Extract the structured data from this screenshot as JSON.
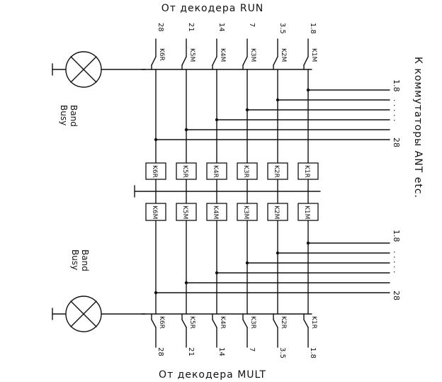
{
  "top_title": "От декодера RUN",
  "bottom_title": "От декодера MULT",
  "right_title": "К коммутаторы ANT etc.",
  "lamp_top_label_line1": "Band",
  "lamp_top_label_line2": "Busy",
  "lamp_bottom_label_line1": "Band",
  "lamp_bottom_label_line2": "Busy",
  "columns": [
    {
      "band": "28",
      "contact_top": "K6R",
      "relay_upper": "K6R",
      "relay_lower": "K6M",
      "contact_bottom": "K6R"
    },
    {
      "band": "21",
      "contact_top": "K5M",
      "relay_upper": "K5R",
      "relay_lower": "K5M",
      "contact_bottom": "K5R"
    },
    {
      "band": "14",
      "contact_top": "K4M",
      "relay_upper": "K4R",
      "relay_lower": "K4M",
      "contact_bottom": "K4R"
    },
    {
      "band": "7",
      "contact_top": "K3M",
      "relay_upper": "K3R",
      "relay_lower": "K3M",
      "contact_bottom": "K3R"
    },
    {
      "band": "3.5",
      "contact_top": "K2M",
      "relay_upper": "K2R",
      "relay_lower": "K2M",
      "contact_bottom": "K2R"
    },
    {
      "band": "1.8",
      "contact_top": "K1M",
      "relay_upper": "K1R",
      "relay_lower": "K1M",
      "contact_bottom": "K1R"
    }
  ],
  "right_top": {
    "first": "1.8",
    "dots": ". . . . .",
    "last": "28"
  },
  "right_bottom": {
    "first": "1.8",
    "dots": ". . . . .",
    "last": "28"
  }
}
